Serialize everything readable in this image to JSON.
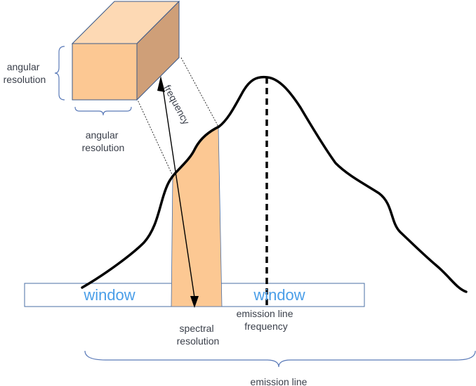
{
  "colors": {
    "cube_front": "#fcc893",
    "cube_top": "#fdd9b4",
    "cube_side": "#cf9f78",
    "cube_edge": "#3b5a8a",
    "band_fill": "#fcc893",
    "window_border": "#4a6fa5",
    "window_text": "#4a9ee8",
    "label_text": "#3a3f4a",
    "curve": "#000000",
    "brace": "#5a7ab8"
  },
  "labels": {
    "angular_resolution_left": [
      "angular",
      "resolution"
    ],
    "angular_resolution_bottom": [
      "angular",
      "resolution"
    ],
    "frequency": "frequency",
    "window_left": "window",
    "window_right": "window",
    "spectral_resolution": [
      "spectral",
      "resolution"
    ],
    "emission_line_frequency": [
      "emission line",
      "frequency"
    ],
    "emission_line": "emission line"
  }
}
